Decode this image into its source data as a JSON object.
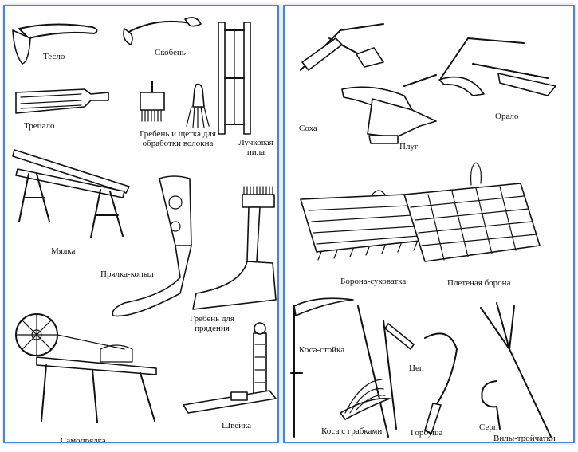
{
  "left_panel": {
    "items": [
      {
        "id": "teslo",
        "label": "Тесло"
      },
      {
        "id": "skoben",
        "label": "Скобень"
      },
      {
        "id": "trepalo",
        "label": "Трепало"
      },
      {
        "id": "greben_shchetka",
        "label": "Гребень и щетка для обработки волокна"
      },
      {
        "id": "luchkovaya_pila",
        "label": "Лучковая пила"
      },
      {
        "id": "myalka",
        "label": "Мялка"
      },
      {
        "id": "pryalka_kopyl",
        "label": "Прялка-копыл"
      },
      {
        "id": "greben_pryadeniya",
        "label": "Гребень для прядения"
      },
      {
        "id": "samopryalka",
        "label": "Самопрялка"
      },
      {
        "id": "shveyka",
        "label": "Швейка"
      }
    ]
  },
  "right_panel": {
    "items": [
      {
        "id": "sokha",
        "label": "Соха"
      },
      {
        "id": "plug",
        "label": "Плуг"
      },
      {
        "id": "oralo",
        "label": "Орало"
      },
      {
        "id": "borona_sukovatka",
        "label": "Борона-суковатка"
      },
      {
        "id": "pletenaya_borona",
        "label": "Плетеная борона"
      },
      {
        "id": "kosa_stoyka",
        "label": "Коса-стойка"
      },
      {
        "id": "tsep",
        "label": "Цеп"
      },
      {
        "id": "kosa_grabkami",
        "label": "Коса с грабками"
      },
      {
        "id": "gorbusha",
        "label": "Горбуша"
      },
      {
        "id": "serp",
        "label": "Серп"
      },
      {
        "id": "vily",
        "label": "Вилы-тройчатки"
      }
    ]
  }
}
